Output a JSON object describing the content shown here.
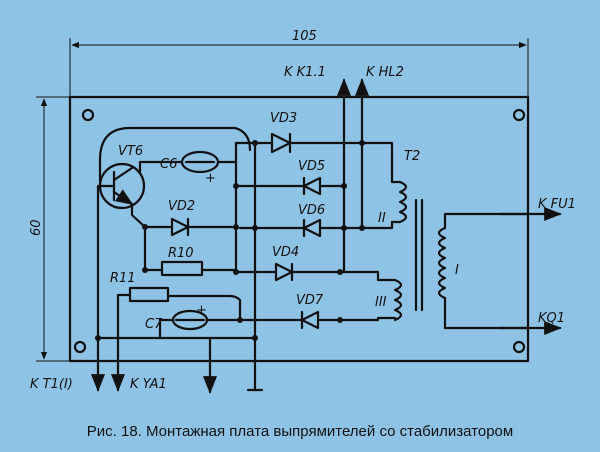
{
  "dimensions": {
    "width": "105",
    "height": "60"
  },
  "labels": {
    "k_k11": "K K1.1",
    "k_hl2": "K HL2",
    "k_fu1": "K FU1",
    "k_q1": "KQ1",
    "k_t1": "K T1(I)",
    "k_ya1": "K YA1",
    "vt6": "VT6",
    "c6": "C6",
    "c7": "C7",
    "vd2": "VD2",
    "vd3": "VD3",
    "vd4": "VD4",
    "vd5": "VD5",
    "vd6": "VD6",
    "vd7": "VD7",
    "r10": "R10",
    "r11": "R11",
    "t2": "T2",
    "winding_1": "I",
    "winding_2": "II",
    "winding_3": "III",
    "plus": "+"
  },
  "caption": "Рис. 18. Монтажная плата выпрямителей со стабилизатором"
}
